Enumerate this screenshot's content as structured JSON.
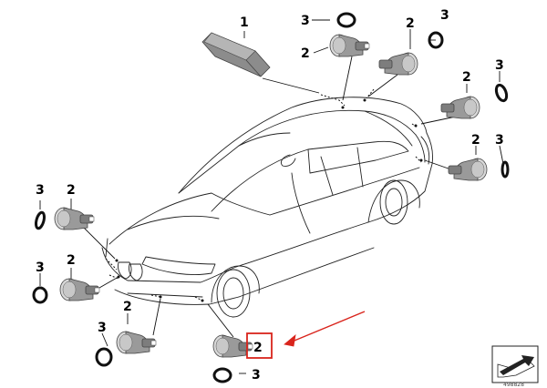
{
  "diagram": {
    "callouts": [
      {
        "id": "c1",
        "text": "1"
      },
      {
        "id": "c2",
        "text": "2"
      },
      {
        "id": "c3",
        "text": "3"
      }
    ],
    "highlight_color": "#d9241c",
    "arrow_color": "#d9241c",
    "nav_icon": "vehicle-silhouette-arrow-icon",
    "footer_text": "498828"
  }
}
